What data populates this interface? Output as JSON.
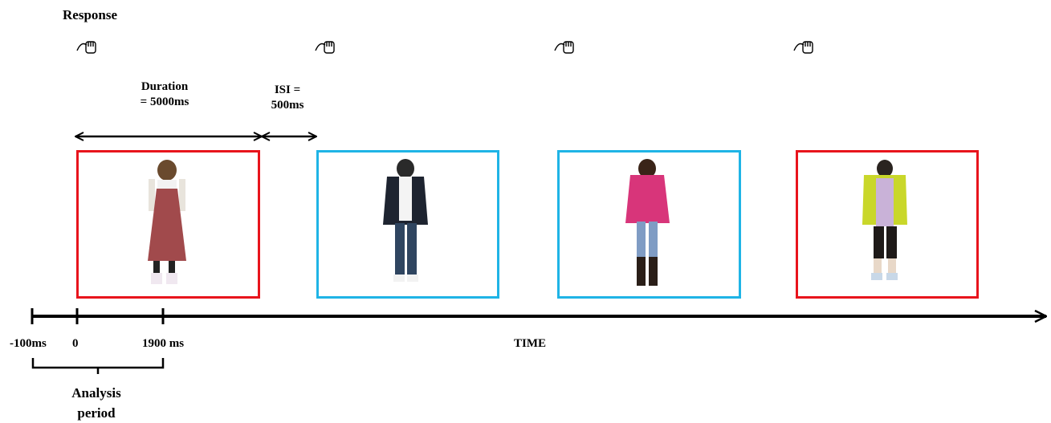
{
  "response_label": "Response",
  "duration_label": [
    "Duration",
    "= 5000ms"
  ],
  "isi_label": [
    "ISI =",
    "500ms"
  ],
  "axis": {
    "time_label": "TIME",
    "ticks": [
      "-100ms",
      "0",
      "1900 ms"
    ]
  },
  "analysis_label": [
    "Analysis",
    "period"
  ],
  "stimuli": [
    {
      "frame_color": "#e8141c",
      "figure": "girl in red pinafore dress"
    },
    {
      "frame_color": "#1fb4e6",
      "figure": "person in black jacket and jeans"
    },
    {
      "frame_color": "#1fb4e6",
      "figure": "person in pink hoodie and jeans"
    },
    {
      "frame_color": "#e8141c",
      "figure": "person in yellow-green cardigan"
    }
  ],
  "response_icon": "hand-press-icon"
}
